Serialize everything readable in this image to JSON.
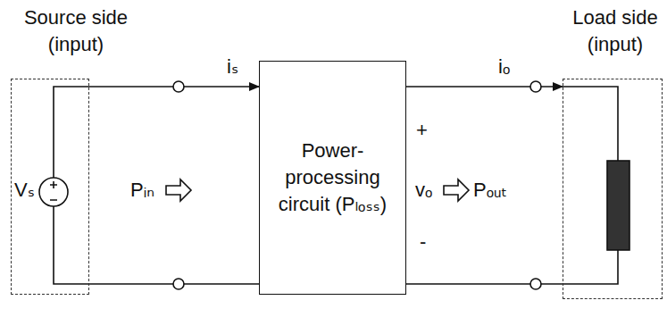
{
  "diagram": {
    "nodes": [
      {
        "text": [
          "Source side (input)"
        ]
      },
      {
        "text": [
          "Power-processing circuit (Pₗₒₛₛ)"
        ]
      },
      {
        "text": [
          "Load side (input)"
        ]
      }
    ],
    "edges": [
      {
        "from": 0,
        "to": 1,
        "arrow": "to",
        "label": "iₛ"
      },
      {
        "from": 0,
        "to": 1,
        "arrow": "none"
      },
      {
        "from": 1,
        "to": 2,
        "arrow": "to",
        "label": "iₒ"
      },
      {
        "from": 1,
        "to": 2,
        "arrow": "none"
      }
    ],
    "labels": [
      "Vₛ",
      "Pᵢₙ",
      "+",
      "vₒ",
      "-",
      "Pₒᵤₜ"
    ]
  }
}
